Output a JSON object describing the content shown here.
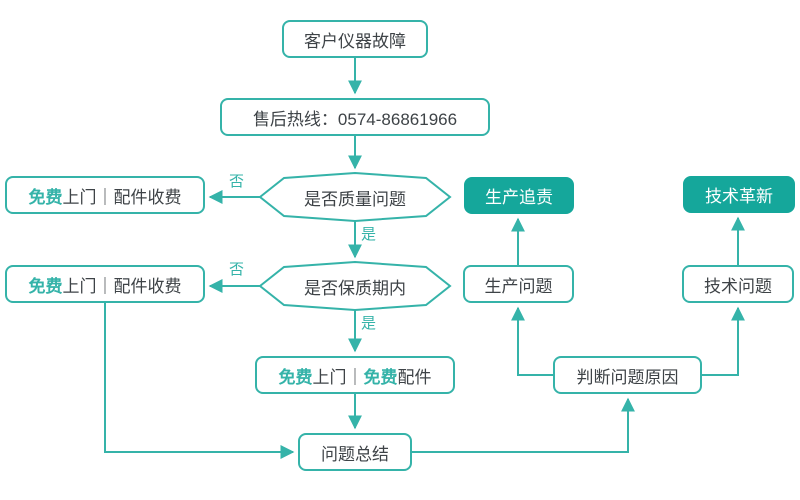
{
  "colors": {
    "accent": "#35B3A9",
    "accent-dark": "#15A79B",
    "text": "#3E4347",
    "background": "#FFFFFF"
  },
  "flow": {
    "start": {
      "label": "客户仪器故障"
    },
    "hotline": {
      "label": "售后热线：0574-86861966"
    },
    "decision_quality": {
      "label": "是否质量问题",
      "no_label": "否",
      "yes_label": "是"
    },
    "decision_warranty": {
      "label": "是否保质期内",
      "no_label": "否",
      "yes_label": "是"
    },
    "outcome_quality_no": {
      "parts": [
        {
          "text": "免费",
          "accent": true
        },
        {
          "text": "上门｜配件收费",
          "accent": false
        }
      ]
    },
    "outcome_warranty_no": {
      "parts": [
        {
          "text": "免费",
          "accent": true
        },
        {
          "text": "上门｜配件收费",
          "accent": false
        }
      ]
    },
    "outcome_in_warranty": {
      "parts": [
        {
          "text": "免费",
          "accent": true
        },
        {
          "text": "上门｜",
          "accent": false
        },
        {
          "text": "免费",
          "accent": true
        },
        {
          "text": "配件",
          "accent": false
        }
      ]
    },
    "summary": {
      "label": "问题总结"
    },
    "judge_cause": {
      "label": "判断问题原因"
    },
    "production_problem": {
      "label": "生产问题"
    },
    "technical_problem": {
      "label": "技术问题"
    },
    "production_accountability": {
      "label": "生产追责"
    },
    "technical_innovation": {
      "label": "技术革新"
    }
  }
}
